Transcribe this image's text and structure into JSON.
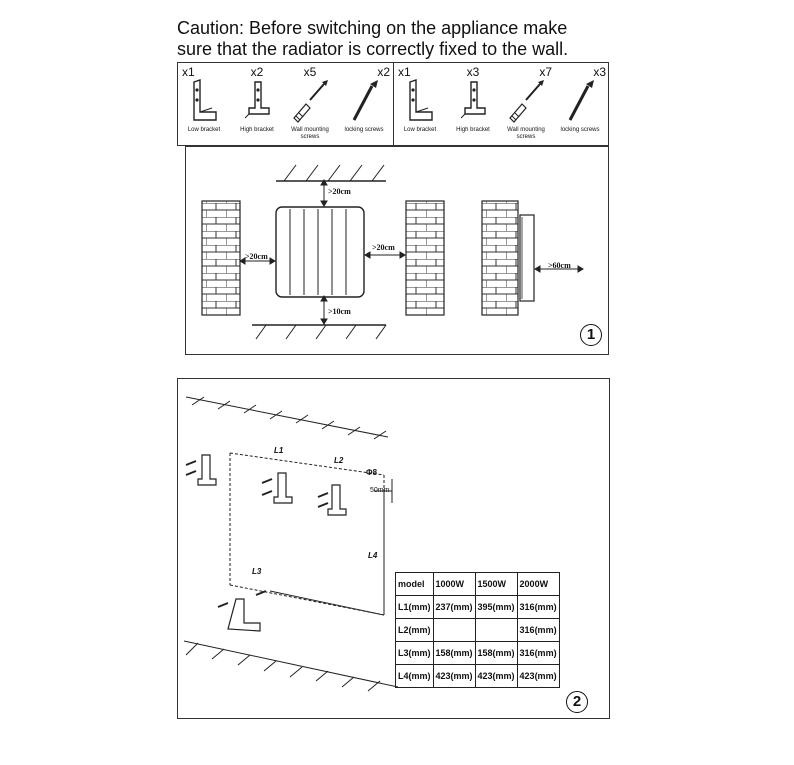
{
  "caption": {
    "line1": "Caution: Before switching on the appliance make",
    "line2": "sure that the radiator is correctly fixed to the wall."
  },
  "parts_left": [
    {
      "qty": "x1",
      "name": "Low bracket",
      "icon": "low-bracket-icon"
    },
    {
      "qty": "x2",
      "name": "High bracket",
      "icon": "high-bracket-icon"
    },
    {
      "qty": "x5",
      "name": "Wall mounting screws",
      "icon": "wall-plug-icon"
    },
    {
      "qty": "x2",
      "name": "locking screws",
      "icon": "screw-icon"
    }
  ],
  "parts_right": [
    {
      "qty": "x1",
      "name": "Low bracket",
      "icon": "low-bracket-icon"
    },
    {
      "qty": "x3",
      "name": "High bracket",
      "icon": "high-bracket-icon"
    },
    {
      "qty": "x7",
      "name": "Wall mounting screws",
      "icon": "wall-plug-icon"
    },
    {
      "qty": "x3",
      "name": "locking screws",
      "icon": "screw-icon"
    }
  ],
  "clearance": {
    "top": ">20cm",
    "left": ">20cm",
    "right": ">20cm",
    "bottom": ">10cm",
    "front": ">60cm"
  },
  "panel1_number": "1",
  "panel2_number": "2",
  "mounting": {
    "l1": "L1",
    "l2": "L2",
    "l3": "L3",
    "l4": "L4",
    "hole": "8",
    "offset": "50mm"
  },
  "spec_table": {
    "header": [
      "model",
      "1000W",
      "1500W",
      "2000W"
    ],
    "rows": [
      [
        "L1(mm)",
        "237(mm)",
        "395(mm)",
        "316(mm)"
      ],
      [
        "L2(mm)",
        "",
        "",
        "316(mm)"
      ],
      [
        "L3(mm)",
        "158(mm)",
        "158(mm)",
        "316(mm)"
      ],
      [
        "L4(mm)",
        "423(mm)",
        "423(mm)",
        "423(mm)"
      ]
    ]
  }
}
